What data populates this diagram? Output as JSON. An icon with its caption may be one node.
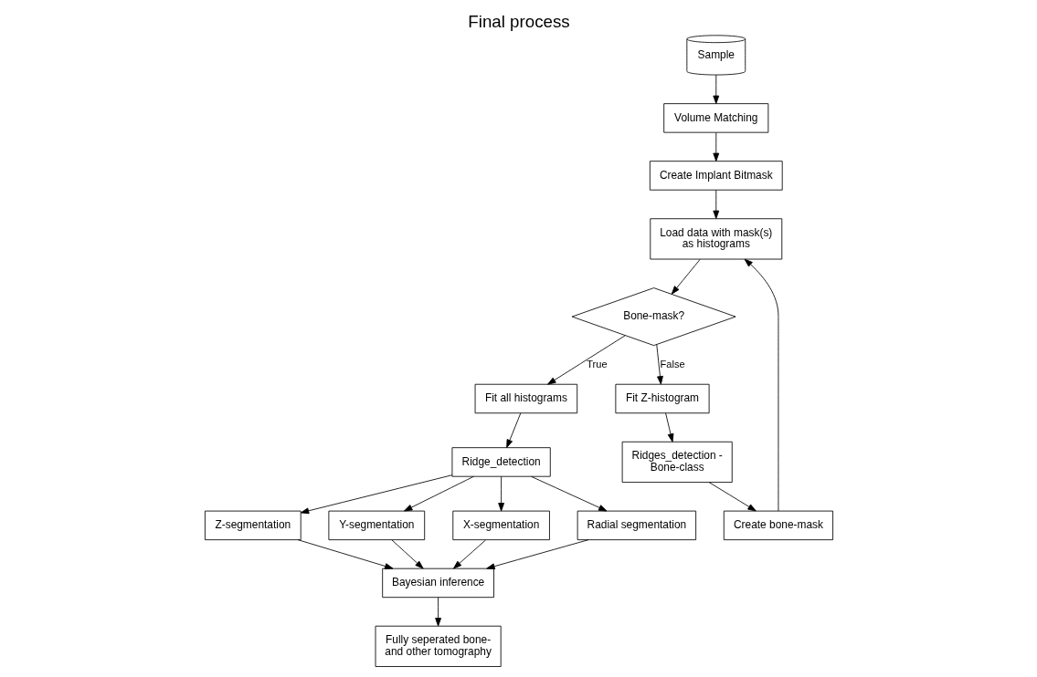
{
  "diagram": {
    "title": "Final process",
    "nodes": [
      {
        "text": [
          "Sample"
        ]
      },
      {
        "text": [
          "Volume Matching"
        ]
      },
      {
        "text": [
          "Create Implant Bitmask"
        ]
      },
      {
        "text": [
          "Load data with mask(s) as histograms"
        ]
      },
      {
        "text": [
          "Bone-mask?"
        ]
      },
      {
        "text": [
          "Fit Z-histogram"
        ]
      },
      {
        "text": [
          "Ridges_detection - Bone-class"
        ]
      },
      {
        "text": [
          "Create bone-mask"
        ]
      },
      {
        "text": [
          "Fit all histograms"
        ]
      },
      {
        "text": [
          "Ridge_detection"
        ]
      },
      {
        "text": [
          "Radial segmentation"
        ]
      },
      {
        "text": [
          "Z-segmentation"
        ]
      },
      {
        "text": [
          "Y-segmentation"
        ]
      },
      {
        "text": [
          "X-segmentation"
        ]
      },
      {
        "text": [
          "Bayesian inference"
        ]
      },
      {
        "text": [
          "Fully seperated bone- and other tomography"
        ]
      }
    ],
    "edges": [
      {
        "from": 0,
        "to": 1,
        "arrow": "to"
      },
      {
        "from": 1,
        "to": 2,
        "arrow": "to"
      },
      {
        "from": 2,
        "to": 3,
        "arrow": "to"
      },
      {
        "from": 3,
        "to": 4,
        "arrow": "to"
      },
      {
        "from": 4,
        "to": 5,
        "arrow": "to",
        "label": "False"
      },
      {
        "from": 5,
        "to": 6,
        "arrow": "to"
      },
      {
        "from": 6,
        "to": 7,
        "arrow": "to"
      },
      {
        "from": 7,
        "to": 3,
        "arrow": "to"
      },
      {
        "from": 4,
        "to": 8,
        "arrow": "to",
        "label": "True"
      },
      {
        "from": 8,
        "to": 9,
        "arrow": "to"
      },
      {
        "from": 9,
        "to": 10,
        "arrow": "to"
      },
      {
        "from": 9,
        "to": 11,
        "arrow": "to"
      },
      {
        "from": 9,
        "to": 12,
        "arrow": "to"
      },
      {
        "from": 9,
        "to": 13,
        "arrow": "to"
      },
      {
        "from": 10,
        "to": 14,
        "arrow": "to"
      },
      {
        "from": 11,
        "to": 14,
        "arrow": "to"
      },
      {
        "from": 12,
        "to": 14,
        "arrow": "to"
      },
      {
        "from": 13,
        "to": 14,
        "arrow": "to"
      },
      {
        "from": 14,
        "to": 15,
        "arrow": "to"
      }
    ]
  }
}
